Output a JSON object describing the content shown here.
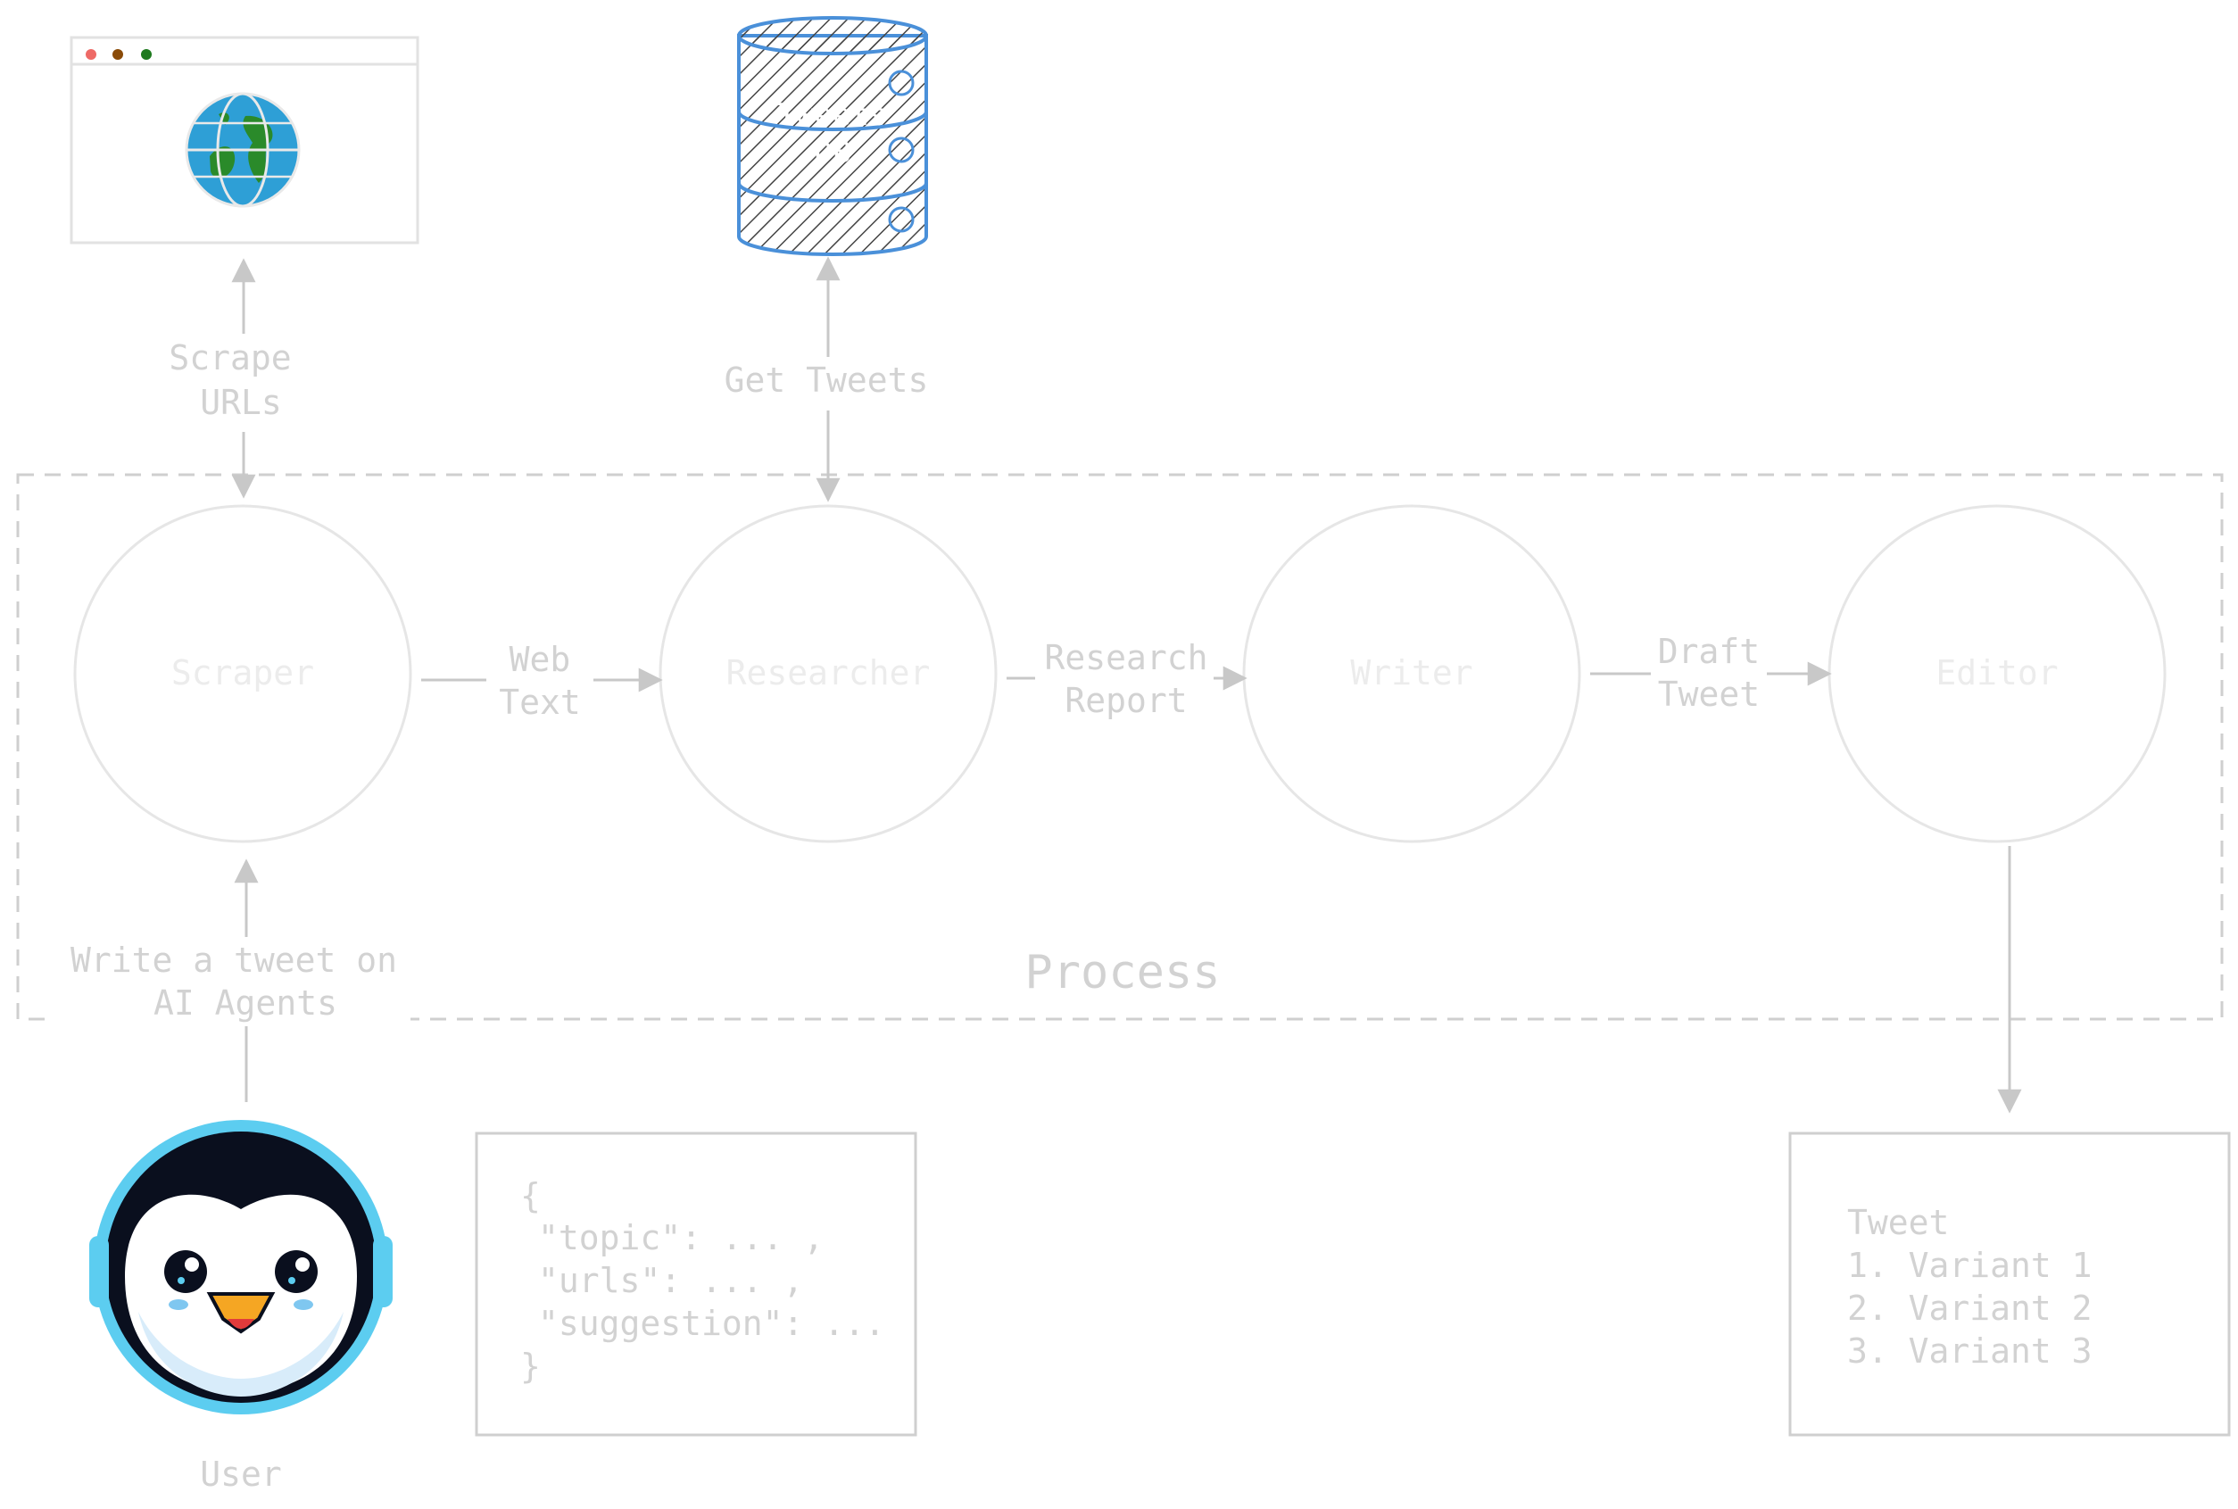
{
  "scrape_label": [
    "Scrape",
    "URLs"
  ],
  "get_tweets_label": "Get Tweets",
  "db_label": [
    "Tweets",
    "DB"
  ],
  "agents": {
    "scraper": "Scraper",
    "researcher": "Researcher",
    "writer": "Writer",
    "editor": "Editor"
  },
  "flows": {
    "web_text": [
      "Web",
      "Text"
    ],
    "research_report": [
      "Research",
      "Report"
    ],
    "draft_tweet": [
      "Draft",
      "Tweet"
    ]
  },
  "process_label": "Process",
  "user_request": [
    "Write a tweet on",
    "AI Agents"
  ],
  "user_label": "User",
  "input_json": [
    "{",
    "\"topic\": ... ,",
    "\"urls\": ... ,",
    "\"suggestion\": ...",
    "}"
  ],
  "output": [
    "Tweet",
    "1. Variant 1",
    "2. Variant 2",
    "3. Variant 3"
  ],
  "colors": {
    "stroke": "#d6d6d6",
    "text": "#d2d2d2",
    "db_blue": "#4a90d9",
    "globe_blue": "#2e9fd6",
    "globe_green": "#2a8a2a",
    "penguin_ring": "#5ccdf0"
  }
}
